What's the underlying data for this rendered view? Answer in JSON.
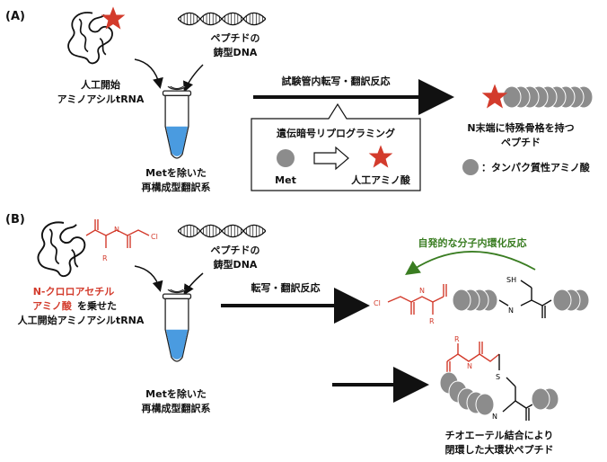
{
  "colors": {
    "accent_red": "#d33b2c",
    "green": "#3a7d22",
    "gray": "#8c8c8c",
    "liquid": "#4a9be0"
  },
  "panelA": {
    "label": "(A)",
    "trna_line1": "人工開始",
    "trna_line2": "アミノアシルtRNA",
    "dna_line1": "ペプチドの",
    "dna_line2": "鋳型DNA",
    "system_line1": "Metを除いた",
    "system_line2": "再構成型翻訳系",
    "reaction": "試験管内転写・翻訳反応",
    "product_line1": "N末端に特殊骨格を持つ",
    "product_line2": "ペプチド",
    "box_title": "遺伝暗号リプログラミング",
    "box_met": "Met",
    "box_artificial": "人工アミノ酸",
    "legend": "：タンパク質性アミノ酸"
  },
  "panelB": {
    "label": "(B)",
    "trna_line1_red": "N-クロロアセチル",
    "trna_line2_red": "アミノ酸",
    "trna_line2_black": "を乗せた",
    "trna_line3": "人工開始アミノアシルtRNA",
    "dna_line1": "ペプチドの",
    "dna_line2": "鋳型DNA",
    "system_line1": "Metを除いた",
    "system_line2": "再構成型翻訳系",
    "reaction": "転写・翻訳反応",
    "cyclization": "自発的な分子内環化反応",
    "product_line1": "チオエーテル結合により",
    "product_line2": "閉環した大環状ペプチド"
  },
  "atoms": {
    "R": "R",
    "N": "N",
    "H": "H",
    "Cl": "Cl",
    "S": "S",
    "SH": "SH"
  }
}
